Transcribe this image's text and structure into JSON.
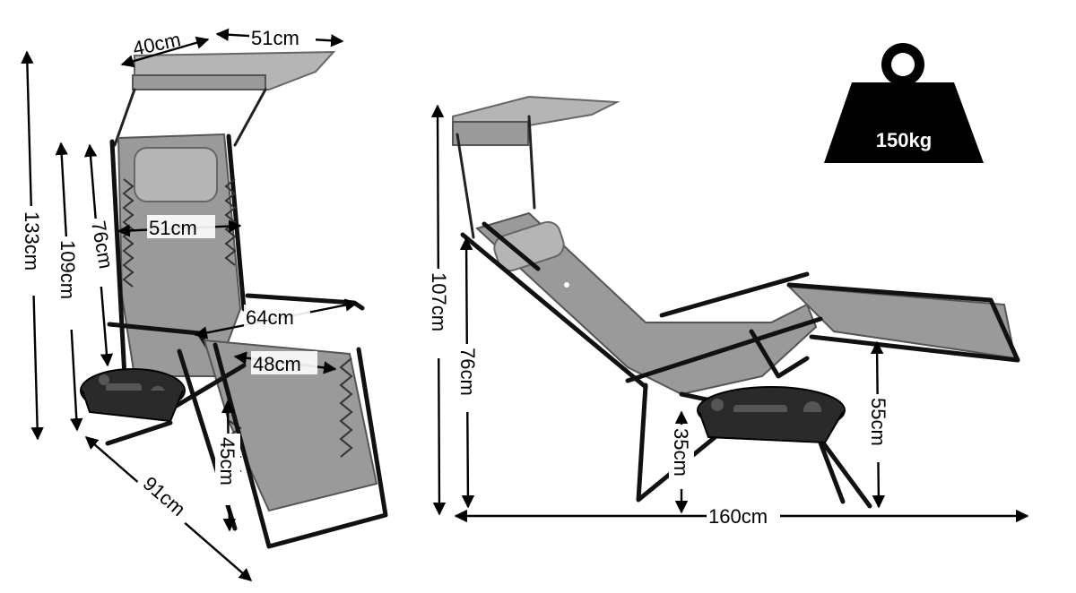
{
  "dimensions": {
    "left_chair": {
      "canopy_depth": "40cm",
      "canopy_width": "51cm",
      "total_height": "133cm",
      "frame_height": "109cm",
      "backrest_height": "76cm",
      "seat_width": "51cm",
      "armrest_width": "64cm",
      "seat_depth": "48cm",
      "seat_height": "45cm",
      "depth": "91cm"
    },
    "right_chair": {
      "reclined_height": "107cm",
      "back_height": "76cm",
      "tray_height": "35cm",
      "footrest_height": "55cm",
      "reclined_length": "160cm"
    }
  },
  "weight_badge": {
    "label": "150kg",
    "color": "#000000",
    "icon": "weight-icon"
  }
}
